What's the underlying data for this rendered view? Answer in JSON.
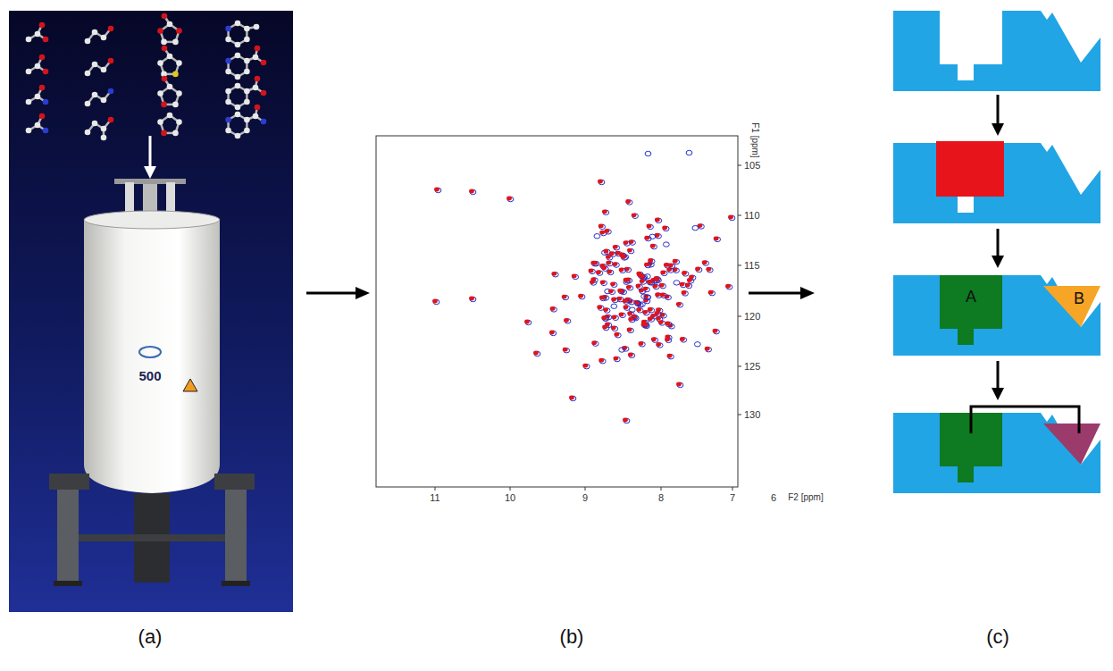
{
  "diagram": {
    "nodes": [
      {
        "text": [
          "A"
        ]
      },
      {
        "text": [
          "B"
        ]
      }
    ],
    "labels": [
      "(a)",
      "(b)",
      "(c)",
      "500",
      "F1 [ppm]",
      "105",
      "110",
      "115",
      "120",
      "125",
      "130",
      "11",
      "10",
      "9",
      "8",
      "7",
      "6",
      "F2 [ppm]"
    ]
  }
}
